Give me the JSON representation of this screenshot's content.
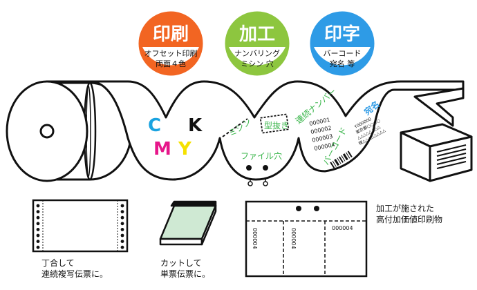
{
  "badges": [
    {
      "title": "印刷",
      "line1": "オフセット印刷",
      "line2": "両面４色",
      "color": "#f26522"
    },
    {
      "title": "加工",
      "line1": "ナンバリング",
      "line2": "ミシン 穴",
      "color": "#8dc63f"
    },
    {
      "title": "印字",
      "line1": "バーコード",
      "line2": "宛名 等",
      "color": "#2e9be6"
    }
  ],
  "cmyk": {
    "c": {
      "text": "C",
      "color": "#1aa3e0"
    },
    "m": {
      "text": "M",
      "color": "#e6178a"
    },
    "y": {
      "text": "Y",
      "color": "#f5e100"
    },
    "k": {
      "text": "K",
      "color": "#111111"
    }
  },
  "process": {
    "mishin": "ミシン",
    "katanuki": "型抜き",
    "file_hole": "ファイル穴",
    "renzoku_number": "連続ナンバー",
    "numbers": [
      "000001",
      "000002",
      "000003",
      "000004"
    ],
    "barcode": "バーコード",
    "atena": "宛名",
    "address_lines": [
      "Y000000",
      "東京都○○○○",
      "△△△△△△△△",
      "様△△△△△△△△"
    ]
  },
  "outputs": {
    "continuous": "丁合して\n連続複写伝票に。",
    "single": "カットして\n単票伝票に。",
    "value_added": "加工が施された\n高付加価値印刷物",
    "sample_numbers": [
      "000004",
      "000004",
      "000004"
    ]
  },
  "colors": {
    "green": "#39b54a",
    "line": "#111111",
    "sheet": "#cfe9d3"
  }
}
